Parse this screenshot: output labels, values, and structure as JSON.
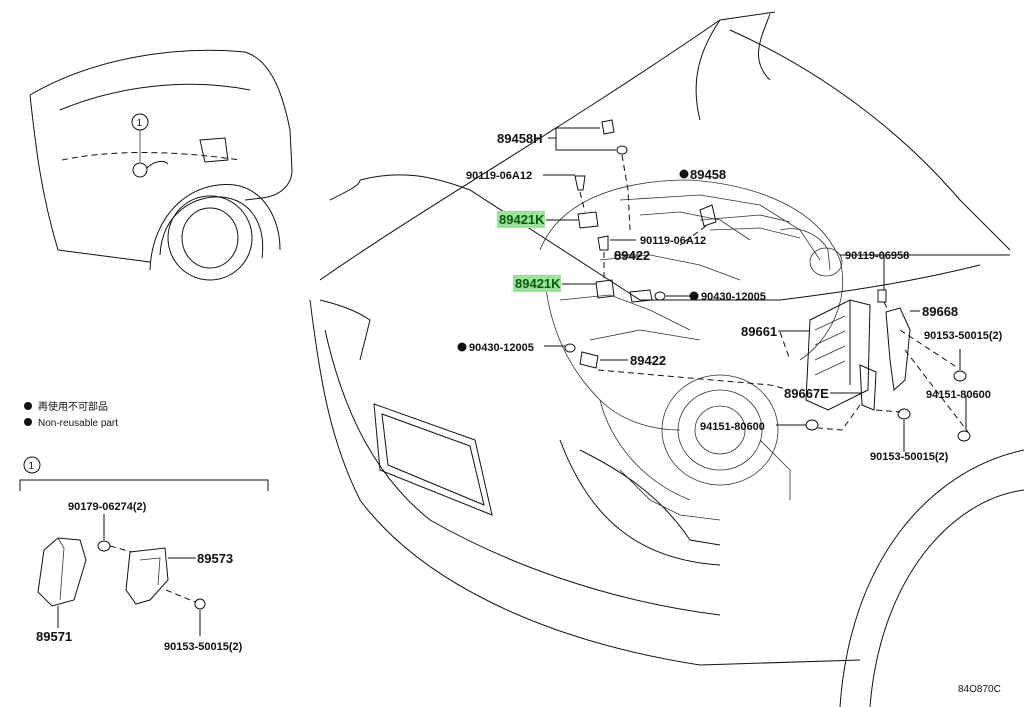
{
  "diagram": {
    "labels": {
      "p89458H": "89458H",
      "p90119_06A12_top": "90119-06A12",
      "p89458": "89458",
      "p89421K_a": "89421K",
      "p90119_06A12_mid": "90119-06A12",
      "p89422_a": "89422",
      "p89421K_b": "89421K",
      "p90430_12005_a": "90430-12005",
      "p90430_12005_b": "90430-12005",
      "p89422_b": "89422",
      "p89661": "89661",
      "p89667E": "89667E",
      "p94151_80600_a": "94151-80600",
      "p90119_06958": "90119-06958",
      "p89668": "89668",
      "p90153_50015_a": "90153-50015(2)",
      "p94151_80600_b": "94151-80600",
      "p90153_50015_b": "90153-50015(2)",
      "p90179_06274": "90179-06274(2)",
      "p89573": "89573",
      "p89571": "89571",
      "p90153_50015_c": "90153-50015(2)"
    },
    "callout_1": "1",
    "inset_callout_1": "1",
    "legend": {
      "line1": "再使用不可部品",
      "line2": "Non-reusable part"
    },
    "figure_code": "84O870C",
    "colors": {
      "highlight": "#9be39b",
      "ink": "#111111"
    }
  }
}
